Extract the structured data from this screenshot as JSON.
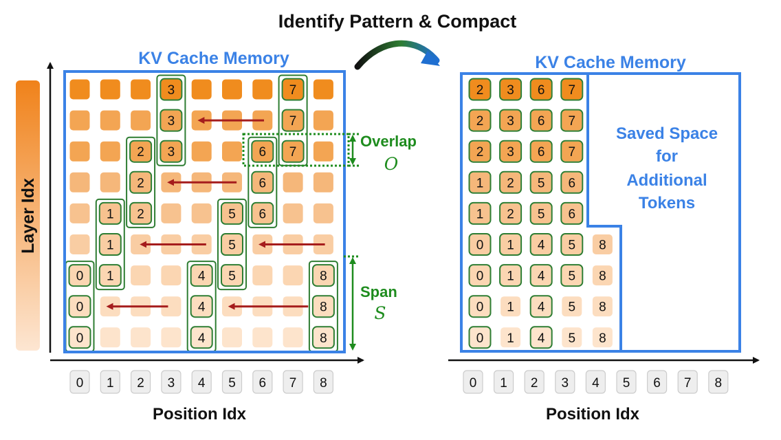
{
  "title": "Identify Pattern & Compact",
  "left_panel": {
    "memory_label": "KV Cache Memory",
    "y_axis_label": "Layer Idx",
    "x_axis_label": "Position Idx",
    "position_indices": [
      "0",
      "1",
      "2",
      "3",
      "4",
      "5",
      "6",
      "7",
      "8"
    ],
    "overlap_label": "Overlap",
    "overlap_symbol": "O",
    "span_label": "Span",
    "span_symbol": "S",
    "grid_rows": [
      [
        "",
        "",
        "",
        "3",
        "",
        "",
        "",
        "7",
        ""
      ],
      [
        "",
        "",
        "",
        "3",
        "",
        "",
        "",
        "7",
        ""
      ],
      [
        "",
        "",
        "2",
        "3",
        "",
        "",
        "6",
        "7",
        ""
      ],
      [
        "",
        "",
        "2",
        "",
        "",
        "",
        "6",
        "",
        ""
      ],
      [
        "",
        "1",
        "2",
        "",
        "",
        "5",
        "6",
        "",
        ""
      ],
      [
        "",
        "1",
        "",
        "",
        "",
        "5",
        "",
        "",
        ""
      ],
      [
        "0",
        "1",
        "",
        "",
        "4",
        "5",
        "",
        "",
        "8"
      ],
      [
        "0",
        "",
        "",
        "",
        "4",
        "",
        "",
        "",
        "8"
      ],
      [
        "0",
        "",
        "",
        "",
        "4",
        "",
        "",
        "",
        "8"
      ]
    ]
  },
  "right_panel": {
    "memory_label": "KV Cache Memory",
    "x_axis_label": "Position Idx",
    "position_indices": [
      "0",
      "1",
      "2",
      "3",
      "4",
      "5",
      "6",
      "7",
      "8"
    ],
    "saved_space_lines": [
      "Saved Space",
      "for",
      "Additional",
      "Tokens"
    ],
    "grid_rows": [
      [
        "2",
        "3",
        "6",
        "7"
      ],
      [
        "2",
        "3",
        "6",
        "7"
      ],
      [
        "2",
        "3",
        "6",
        "7"
      ],
      [
        "1",
        "2",
        "5",
        "6"
      ],
      [
        "1",
        "2",
        "5",
        "6"
      ],
      [
        "0",
        "1",
        "4",
        "5",
        "8"
      ],
      [
        "0",
        "1",
        "4",
        "5",
        "8"
      ],
      [
        "0",
        "1",
        "4",
        "5",
        "8"
      ],
      [
        "0",
        "1",
        "4",
        "5",
        "8"
      ]
    ]
  },
  "colors": {
    "memory_border": "#3b82e6",
    "highlight_border": "#2e7d32",
    "arrow": "#a51c1c",
    "annotation_green": "#1e8c1e",
    "row_colors": [
      "#f08c1e",
      "#f3a553",
      "#f3a553",
      "#f5b77a",
      "#f7c28f",
      "#f9cda3",
      "#fbd6b2",
      "#fcddbf",
      "#fde4cc"
    ]
  }
}
